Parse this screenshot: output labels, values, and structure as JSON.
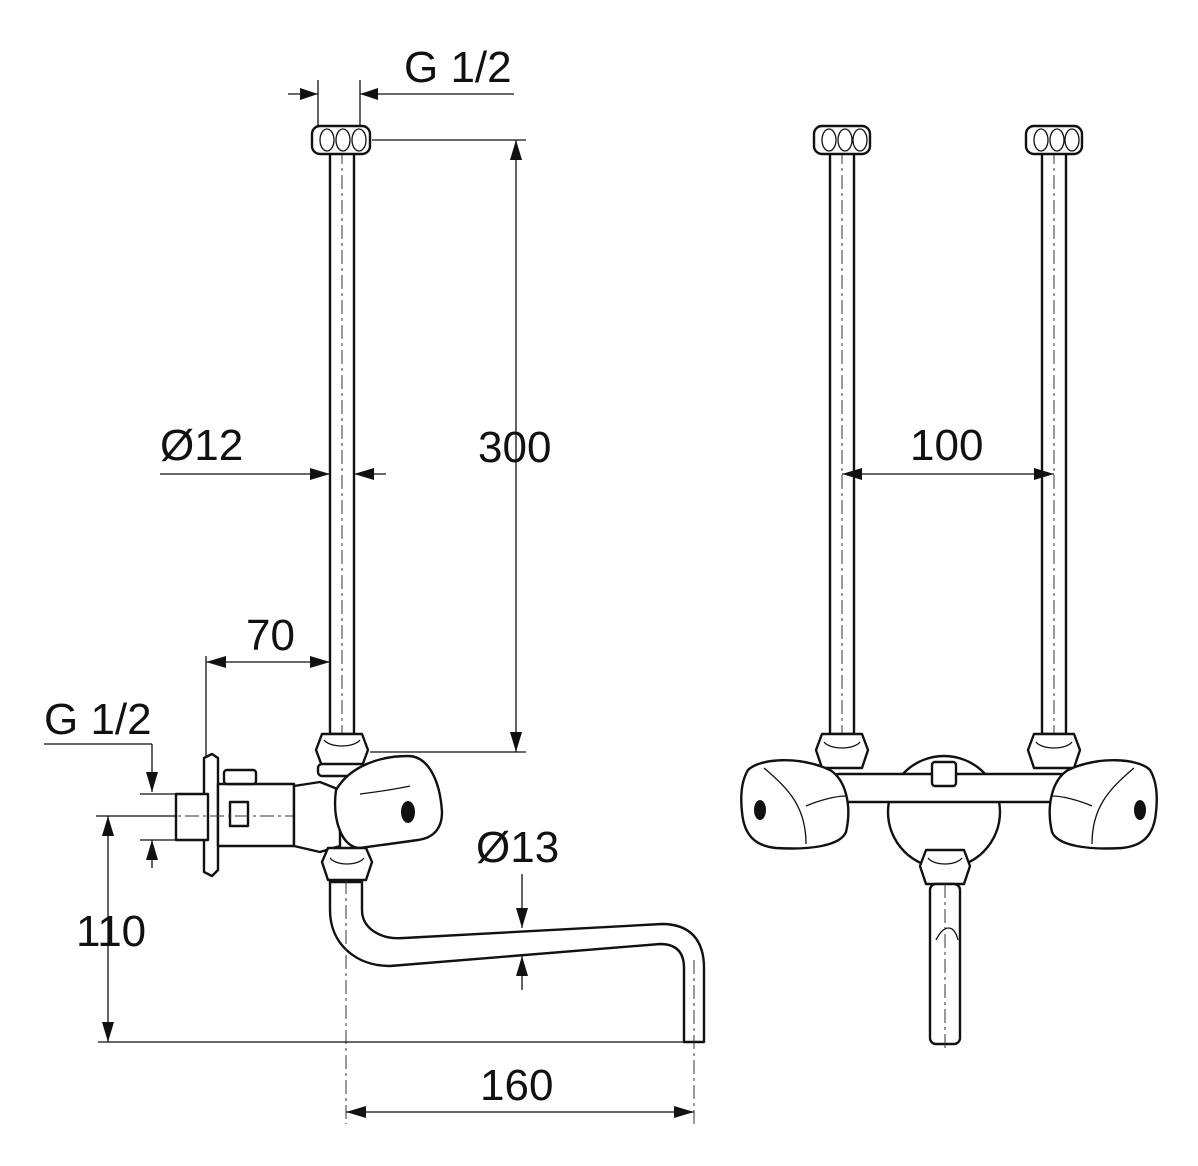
{
  "dimensions": {
    "thread_top": "G 1/2",
    "tube_height": "300",
    "tube_diameter": "Ø12",
    "wall_offset": "70",
    "thread_inlet": "G 1/2",
    "spout_diameter": "Ø13",
    "spout_height": "110",
    "spout_reach": "160",
    "tube_spacing": "100"
  }
}
